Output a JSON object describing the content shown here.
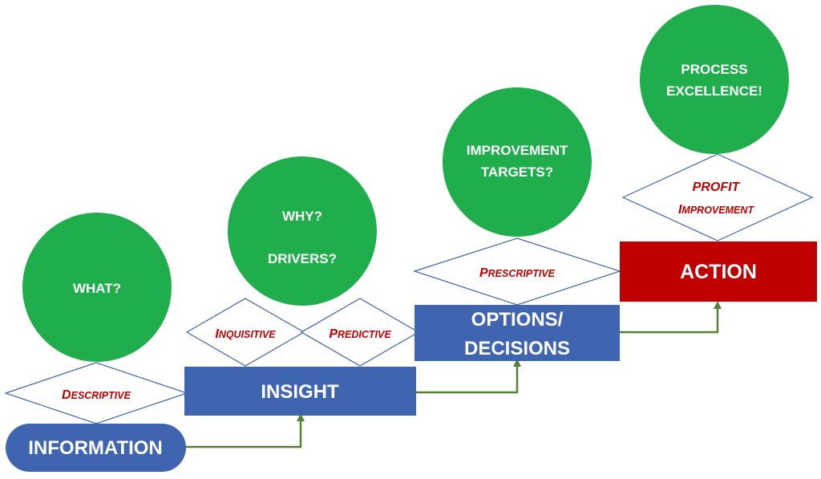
{
  "colors": {
    "circle_green": "#1fae4b",
    "box_blue": "#3f64b0",
    "box_red": "#c00000",
    "diamond_stroke": "#3f64b0",
    "diamond_text": "#c00000",
    "arrow_green": "#548235"
  },
  "circles": {
    "what": {
      "line1": "WHAT?"
    },
    "why": {
      "line1": "WHY?",
      "line2": "DRIVERS?"
    },
    "targets": {
      "line1": "IMPROVEMENT",
      "line2": "TARGETS?"
    },
    "excellence": {
      "line1": "PROCESS",
      "line2": "EXCELLENCE!"
    }
  },
  "boxes": {
    "information": "INFORMATION",
    "insight": "INSIGHT",
    "options": {
      "line1": "OPTIONS/",
      "line2": "DECISIONS"
    },
    "action": "ACTION"
  },
  "diamonds": {
    "descriptive": {
      "cap": "D",
      "rest": "ESCRIPTIVE"
    },
    "inquisitive": {
      "cap": "I",
      "rest": "NQUISITIVE"
    },
    "predictive": {
      "cap": "P",
      "rest": "REDICTIVE"
    },
    "prescriptive": {
      "cap": "P",
      "rest": "RESCRIPTIVE"
    },
    "profit": {
      "line1": "PROFIT",
      "cap": "I",
      "rest": "MPROVEMENT"
    }
  }
}
